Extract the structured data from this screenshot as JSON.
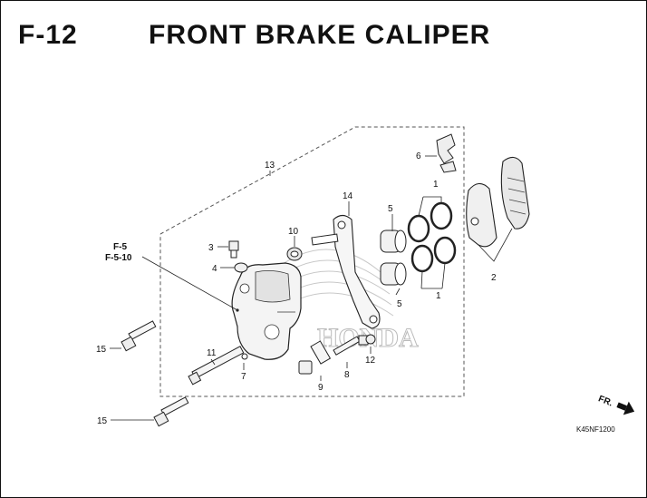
{
  "header": {
    "code": "F-12",
    "title": "FRONT BRAKE CALIPER"
  },
  "parts": [
    {
      "no": "1"
    },
    {
      "no": "1"
    },
    {
      "no": "2"
    },
    {
      "no": "3"
    },
    {
      "no": "4"
    },
    {
      "no": "5"
    },
    {
      "no": "5"
    },
    {
      "no": "6"
    },
    {
      "no": "7"
    },
    {
      "no": "8"
    },
    {
      "no": "9"
    },
    {
      "no": "10"
    },
    {
      "no": "11"
    },
    {
      "no": "12"
    },
    {
      "no": "13"
    },
    {
      "no": "14"
    },
    {
      "no": "15"
    },
    {
      "no": "15"
    }
  ],
  "refs": [
    "F-5",
    "F-5-10"
  ],
  "direction_label": "FR.",
  "drawing_code": "K45NF1200",
  "watermark": "HONDA"
}
